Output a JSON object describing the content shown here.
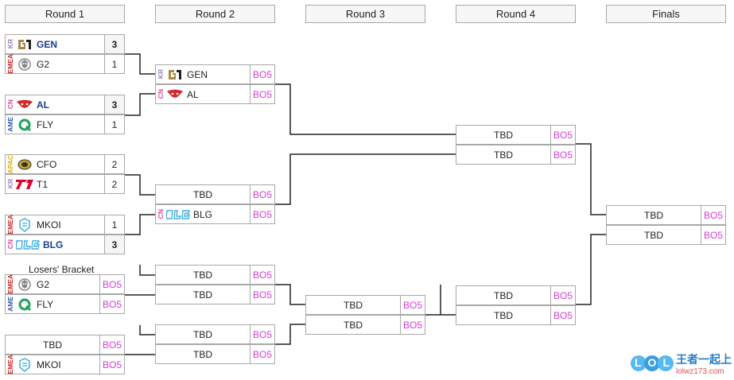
{
  "rounds": [
    "Round 1",
    "Round 2",
    "Round 3",
    "Round 4",
    "Finals"
  ],
  "losers_label": "Losers' Bracket",
  "tbd": "TBD",
  "bo": "BO5",
  "colors": {
    "kr": "#9a7ab8",
    "emea": "#cc2222",
    "cn": "#d43c9c",
    "ame": "#2a5ab0",
    "apac": "#e0a800",
    "bo": "#d43cd4",
    "win": "#1a3e8f"
  },
  "r1": [
    {
      "reg": "KR",
      "team": "GEN",
      "score": "3",
      "win": true,
      "icon": "gen-logo-icon"
    },
    {
      "reg": "EMEA",
      "team": "G2",
      "score": "1",
      "win": false,
      "icon": "g2-logo-icon"
    },
    {
      "reg": "CN",
      "team": "AL",
      "score": "3",
      "win": true,
      "icon": "al-logo-icon"
    },
    {
      "reg": "AME",
      "team": "FLY",
      "score": "1",
      "win": false,
      "icon": "fly-logo-icon"
    },
    {
      "reg": "APAC",
      "team": "CFO",
      "score": "2",
      "win": false,
      "icon": "cfo-logo-icon"
    },
    {
      "reg": "KR",
      "team": "T1",
      "score": "2",
      "win": false,
      "icon": "t1-logo-icon"
    },
    {
      "reg": "EMEA",
      "team": "MKOI",
      "score": "1",
      "win": false,
      "icon": "mkoi-logo-icon"
    },
    {
      "reg": "CN",
      "team": "BLG",
      "score": "3",
      "win": true,
      "icon": "blg-logo-icon"
    }
  ],
  "losers": [
    {
      "reg": "EMEA",
      "team": "G2",
      "icon": "g2-logo-icon"
    },
    {
      "reg": "AME",
      "team": "FLY",
      "icon": "fly-logo-icon"
    },
    {
      "reg": "",
      "team": "TBD",
      "icon": ""
    },
    {
      "reg": "EMEA",
      "team": "MKOI",
      "icon": "mkoi-logo-icon"
    }
  ],
  "r2": [
    {
      "reg": "KR",
      "team": "GEN",
      "icon": "gen-logo-icon"
    },
    {
      "reg": "CN",
      "team": "AL",
      "icon": "al-logo-icon"
    },
    {
      "reg": "",
      "team": "TBD",
      "icon": ""
    },
    {
      "reg": "CN",
      "team": "BLG",
      "icon": "blg-logo-icon"
    }
  ],
  "watermark": {
    "brand": "LOL",
    "cn": "王者一起上",
    "url": "lolwz173.com"
  }
}
